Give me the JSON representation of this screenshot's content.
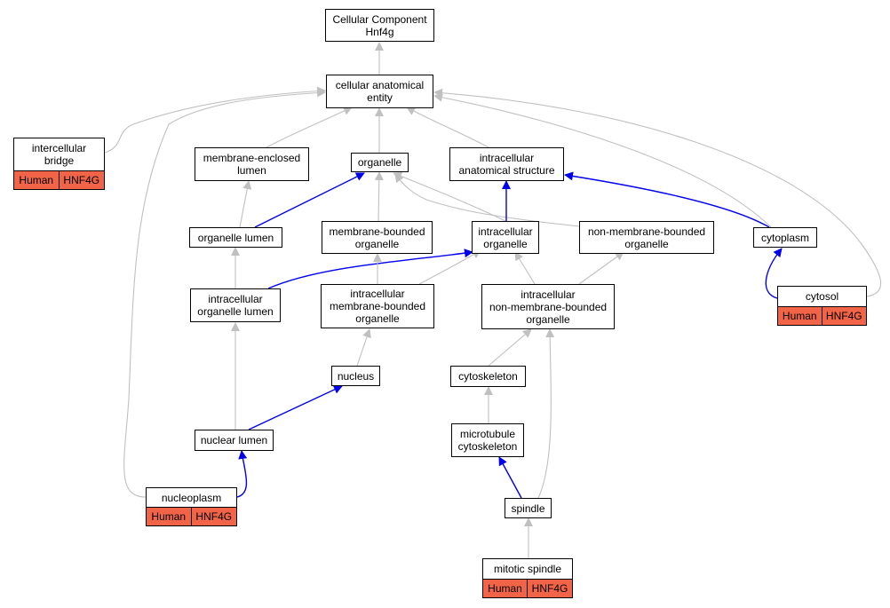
{
  "colors": {
    "is_a_edge": "#c0c0c0",
    "part_of_edge": "#0000ee",
    "annotation_fill": "#f26448",
    "node_border": "#000000"
  },
  "nodes": [
    {
      "id": "root",
      "label": "Cellular Component\nHnf4g"
    },
    {
      "id": "cae",
      "label": "cellular anatomical\nentity"
    },
    {
      "id": "ib",
      "label": "intercellular\nbridge",
      "anno": [
        "Human",
        "HNF4G"
      ]
    },
    {
      "id": "mel",
      "label": "membrane-enclosed\nlumen"
    },
    {
      "id": "org",
      "label": "organelle"
    },
    {
      "id": "ias",
      "label": "intracellular\nanatomical structure"
    },
    {
      "id": "ol",
      "label": "organelle lumen"
    },
    {
      "id": "mbo",
      "label": "membrane-bounded\norganelle"
    },
    {
      "id": "io",
      "label": "intracellular\norganelle"
    },
    {
      "id": "nmbo",
      "label": "non-membrane-bounded\norganelle"
    },
    {
      "id": "cyto",
      "label": "cytoplasm"
    },
    {
      "id": "iol",
      "label": "intracellular\norganelle lumen"
    },
    {
      "id": "imbo",
      "label": "intracellular\nmembrane-bounded\norganelle"
    },
    {
      "id": "inmbo",
      "label": "intracellular\nnon-membrane-bounded\norganelle"
    },
    {
      "id": "cytosol",
      "label": "cytosol",
      "anno": [
        "Human",
        "HNF4G"
      ]
    },
    {
      "id": "nuc",
      "label": "nucleus"
    },
    {
      "id": "csk",
      "label": "cytoskeleton"
    },
    {
      "id": "nl",
      "label": "nuclear lumen"
    },
    {
      "id": "mtc",
      "label": "microtubule\ncytoskeleton"
    },
    {
      "id": "np",
      "label": "nucleoplasm",
      "anno": [
        "Human",
        "HNF4G"
      ]
    },
    {
      "id": "sp",
      "label": "spindle"
    },
    {
      "id": "msp",
      "label": "mitotic spindle",
      "anno": [
        "Human",
        "HNF4G"
      ]
    }
  ],
  "edges": [
    {
      "from": "cae",
      "to": "root",
      "kind": "is_a"
    },
    {
      "from": "ib",
      "to": "cae",
      "kind": "is_a"
    },
    {
      "from": "mel",
      "to": "cae",
      "kind": "is_a"
    },
    {
      "from": "org",
      "to": "cae",
      "kind": "is_a"
    },
    {
      "from": "ias",
      "to": "cae",
      "kind": "is_a"
    },
    {
      "from": "cyto",
      "to": "cae",
      "kind": "is_a"
    },
    {
      "from": "cytosol",
      "to": "cae",
      "kind": "is_a"
    },
    {
      "from": "np",
      "to": "cae",
      "kind": "is_a"
    },
    {
      "from": "ol",
      "to": "mel",
      "kind": "is_a"
    },
    {
      "from": "ol",
      "to": "org",
      "kind": "part_of"
    },
    {
      "from": "mbo",
      "to": "org",
      "kind": "is_a"
    },
    {
      "from": "io",
      "to": "org",
      "kind": "is_a"
    },
    {
      "from": "nmbo",
      "to": "org",
      "kind": "is_a"
    },
    {
      "from": "io",
      "to": "ias",
      "kind": "part_of"
    },
    {
      "from": "cyto",
      "to": "ias",
      "kind": "part_of"
    },
    {
      "from": "iol",
      "to": "ol",
      "kind": "is_a"
    },
    {
      "from": "iol",
      "to": "io",
      "kind": "part_of"
    },
    {
      "from": "imbo",
      "to": "mbo",
      "kind": "is_a"
    },
    {
      "from": "imbo",
      "to": "io",
      "kind": "is_a"
    },
    {
      "from": "inmbo",
      "to": "io",
      "kind": "is_a"
    },
    {
      "from": "inmbo",
      "to": "nmbo",
      "kind": "is_a"
    },
    {
      "from": "cytosol",
      "to": "cyto",
      "kind": "part_of"
    },
    {
      "from": "nuc",
      "to": "imbo",
      "kind": "is_a"
    },
    {
      "from": "csk",
      "to": "inmbo",
      "kind": "is_a"
    },
    {
      "from": "nl",
      "to": "iol",
      "kind": "is_a"
    },
    {
      "from": "nl",
      "to": "nuc",
      "kind": "part_of"
    },
    {
      "from": "mtc",
      "to": "csk",
      "kind": "is_a"
    },
    {
      "from": "np",
      "to": "nl",
      "kind": "part_of"
    },
    {
      "from": "sp",
      "to": "mtc",
      "kind": "part_of"
    },
    {
      "from": "sp",
      "to": "inmbo",
      "kind": "is_a"
    },
    {
      "from": "msp",
      "to": "sp",
      "kind": "is_a"
    }
  ]
}
